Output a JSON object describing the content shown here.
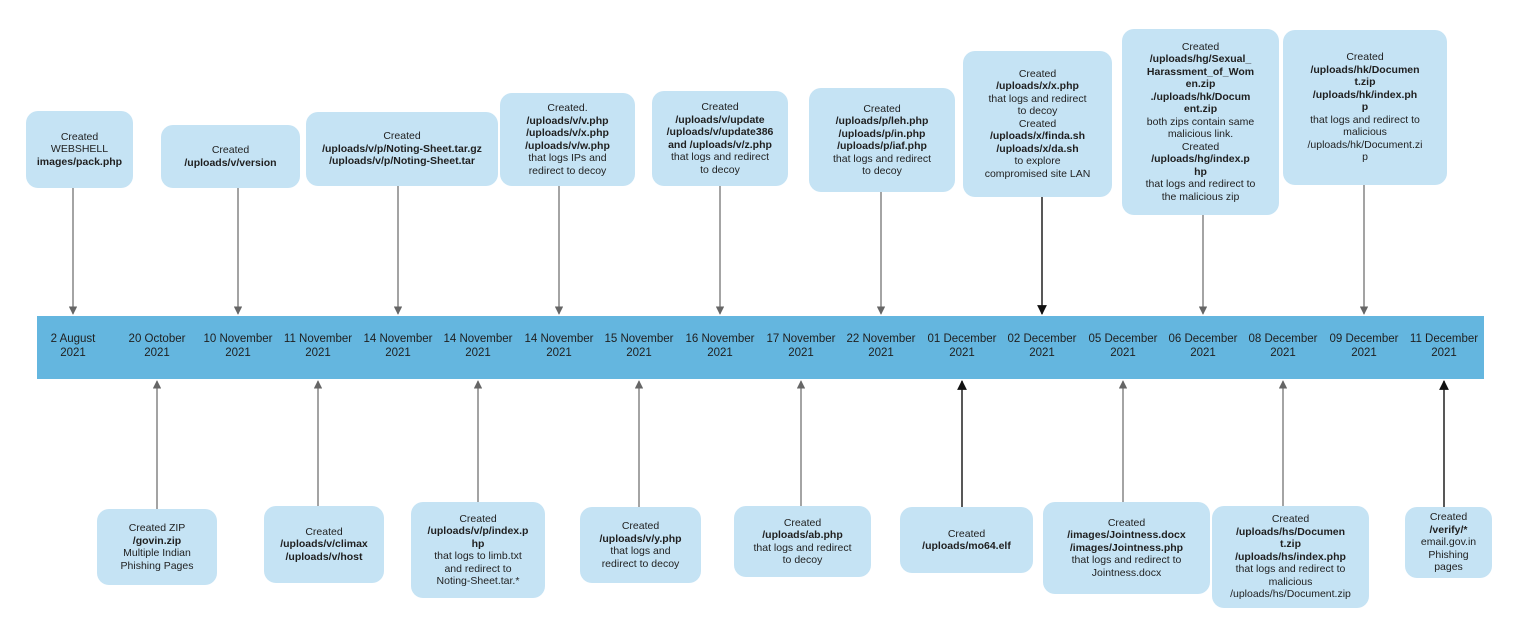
{
  "colors": {
    "band": "#64b6df",
    "box": "#c5e3f4",
    "arrow_gray": "#666666",
    "arrow_dark": "#111111"
  },
  "dates": [
    [
      "2 August",
      "2021"
    ],
    [
      "20 October",
      "2021"
    ],
    [
      "10 November",
      "2021"
    ],
    [
      "11 November",
      "2021"
    ],
    [
      "14 November",
      "2021"
    ],
    [
      "14 November",
      "2021"
    ],
    [
      "14 November",
      "2021"
    ],
    [
      "15 November",
      "2021"
    ],
    [
      "16 November",
      "2021"
    ],
    [
      "17 November",
      "2021"
    ],
    [
      "22 November",
      "2021"
    ],
    [
      "01 December",
      "2021"
    ],
    [
      "02 December",
      "2021"
    ],
    [
      "05 December",
      "2021"
    ],
    [
      "06 December",
      "2021"
    ],
    [
      "08 December",
      "2021"
    ],
    [
      "09 December",
      "2021"
    ],
    [
      "11 December",
      "2021"
    ]
  ],
  "top_events": [
    {
      "date_index": 0,
      "lines": [
        {
          "text": "Created",
          "bold": false
        },
        {
          "text": "WEBSHELL",
          "bold": false
        },
        {
          "text": "images/pack.php",
          "bold": true
        }
      ]
    },
    {
      "date_index": 2,
      "lines": [
        {
          "text": "Created",
          "bold": false
        },
        {
          "text": "/uploads/v/version",
          "bold": true
        }
      ]
    },
    {
      "date_index": 4,
      "lines": [
        {
          "text": "Created",
          "bold": false
        },
        {
          "text": "/uploads/v/p/Noting-Sheet.tar.gz",
          "bold": true
        },
        {
          "text": "/uploads/v/p/Noting-Sheet.tar",
          "bold": true
        }
      ]
    },
    {
      "date_index": 6,
      "lines": [
        {
          "text": "Created.",
          "bold": false
        },
        {
          "text": "/uploads/v/v.php",
          "bold": true
        },
        {
          "text": "/uploads/v/x.php",
          "bold": true
        },
        {
          "text": "/uploads/v/w.php",
          "bold": true
        },
        {
          "text": "that logs IPs and",
          "bold": false
        },
        {
          "text": "redirect to decoy",
          "bold": false
        }
      ]
    },
    {
      "date_index": 8,
      "lines": [
        {
          "text": "Created",
          "bold": false
        },
        {
          "text": "/uploads/v/update",
          "bold": true
        },
        {
          "text": "/uploads/v/update386",
          "bold": true
        },
        {
          "text": "and /uploads/v/z.php",
          "bold": true
        },
        {
          "text": "that logs and redirect",
          "bold": false
        },
        {
          "text": "to decoy",
          "bold": false
        }
      ]
    },
    {
      "date_index": 10,
      "lines": [
        {
          "text": "Created",
          "bold": false
        },
        {
          "text": "/uploads/p/leh.php",
          "bold": true
        },
        {
          "text": "/uploads/p/in.php",
          "bold": true
        },
        {
          "text": "/uploads/p/iaf.php",
          "bold": true
        },
        {
          "text": "that logs and redirect",
          "bold": false
        },
        {
          "text": "to decoy",
          "bold": false
        }
      ]
    },
    {
      "date_index": 12,
      "lines": [
        {
          "text": "Created",
          "bold": false
        },
        {
          "text": "/uploads/x/x.php",
          "bold": true
        },
        {
          "text": "that logs and redirect",
          "bold": false
        },
        {
          "text": "to decoy",
          "bold": false
        },
        {
          "text": "Created",
          "bold": false
        },
        {
          "text": "/uploads/x/finda.sh",
          "bold": true
        },
        {
          "text": "/uploads/x/da.sh",
          "bold": true
        },
        {
          "text": "to explore",
          "bold": false
        },
        {
          "text": "compromised site LAN",
          "bold": false
        }
      ]
    },
    {
      "date_index": 14,
      "lines": [
        {
          "text": "Created",
          "bold": false
        },
        {
          "text": "/uploads/hg/Sexual_",
          "bold": true
        },
        {
          "text": "Harassment_of_Wom",
          "bold": true
        },
        {
          "text": "en.zip",
          "bold": true
        },
        {
          "text": "./uploads/hk/Docum",
          "bold": true
        },
        {
          "text": "ent.zip",
          "bold": true
        },
        {
          "text": "both zips contain same",
          "bold": false
        },
        {
          "text": "malicious link.",
          "bold": false
        },
        {
          "text": "Created",
          "bold": false
        },
        {
          "text": "/uploads/hg/index.p",
          "bold": true
        },
        {
          "text": "hp",
          "bold": true
        },
        {
          "text": "that logs and redirect to",
          "bold": false
        },
        {
          "text": "the malicious zip",
          "bold": false
        }
      ]
    },
    {
      "date_index": 16,
      "lines": [
        {
          "text": "Created",
          "bold": false
        },
        {
          "text": "/uploads/hk/Documen",
          "bold": true
        },
        {
          "text": "t.zip",
          "bold": true
        },
        {
          "text": "/uploads/hk/index.ph",
          "bold": true
        },
        {
          "text": "p",
          "bold": true
        },
        {
          "text": "that logs and redirect to",
          "bold": false
        },
        {
          "text": "malicious",
          "bold": false
        },
        {
          "text": "/uploads/hk/Document.zi",
          "bold": false
        },
        {
          "text": "p",
          "bold": false
        }
      ]
    }
  ],
  "bottom_events": [
    {
      "date_index": 1,
      "lines": [
        {
          "text": "Created ZIP",
          "bold": false
        },
        {
          "text": "/govin.zip",
          "bold": true
        },
        {
          "text": "Multiple Indian",
          "bold": false
        },
        {
          "text": "Phishing Pages",
          "bold": false
        }
      ]
    },
    {
      "date_index": 3,
      "lines": [
        {
          "text": "Created",
          "bold": false
        },
        {
          "text": "/uploads/v/climax",
          "bold": true
        },
        {
          "text": "/uploads/v/host",
          "bold": true
        }
      ]
    },
    {
      "date_index": 5,
      "lines": [
        {
          "text": "Created",
          "bold": false
        },
        {
          "text": "/uploads/v/p/index.p",
          "bold": true
        },
        {
          "text": "hp",
          "bold": true
        },
        {
          "text": "that logs to limb.txt",
          "bold": false
        },
        {
          "text": "and redirect to",
          "bold": false
        },
        {
          "text": "Noting-Sheet.tar.*",
          "bold": false
        }
      ]
    },
    {
      "date_index": 7,
      "lines": [
        {
          "text": "Created",
          "bold": false
        },
        {
          "text": "/uploads/v/y.php",
          "bold": true
        },
        {
          "text": "that logs and",
          "bold": false
        },
        {
          "text": "redirect to decoy",
          "bold": false
        }
      ]
    },
    {
      "date_index": 9,
      "lines": [
        {
          "text": "Created",
          "bold": false
        },
        {
          "text": "/uploads/ab.php",
          "bold": true
        },
        {
          "text": "that logs and redirect",
          "bold": false
        },
        {
          "text": "to decoy",
          "bold": false
        }
      ]
    },
    {
      "date_index": 11,
      "lines": [
        {
          "text": "Created",
          "bold": false
        },
        {
          "text": "/uploads/mo64.elf",
          "bold": true
        }
      ]
    },
    {
      "date_index": 13,
      "lines": [
        {
          "text": "Created",
          "bold": false
        },
        {
          "text": "/images/Jointness.docx",
          "bold": true
        },
        {
          "text": "/images/Jointness.php",
          "bold": true
        },
        {
          "text": "that logs and redirect to",
          "bold": false
        },
        {
          "text": "Jointness.docx",
          "bold": false
        }
      ]
    },
    {
      "date_index": 15,
      "lines": [
        {
          "text": "Created",
          "bold": false
        },
        {
          "text": "/uploads/hs/Documen",
          "bold": true
        },
        {
          "text": "t.zip",
          "bold": true
        },
        {
          "text": "/uploads/hs/index.php",
          "bold": true
        },
        {
          "text": "that logs and redirect to",
          "bold": false
        },
        {
          "text": "malicious",
          "bold": false
        },
        {
          "text": "/uploads/hs/Document.zip",
          "bold": false
        }
      ]
    },
    {
      "date_index": 17,
      "lines": [
        {
          "text": "Created",
          "bold": false
        },
        {
          "text": "/verify/*",
          "bold": true
        },
        {
          "text": "email.gov.in",
          "bold": false
        },
        {
          "text": "Phishing",
          "bold": false
        },
        {
          "text": "pages",
          "bold": false
        }
      ]
    }
  ]
}
